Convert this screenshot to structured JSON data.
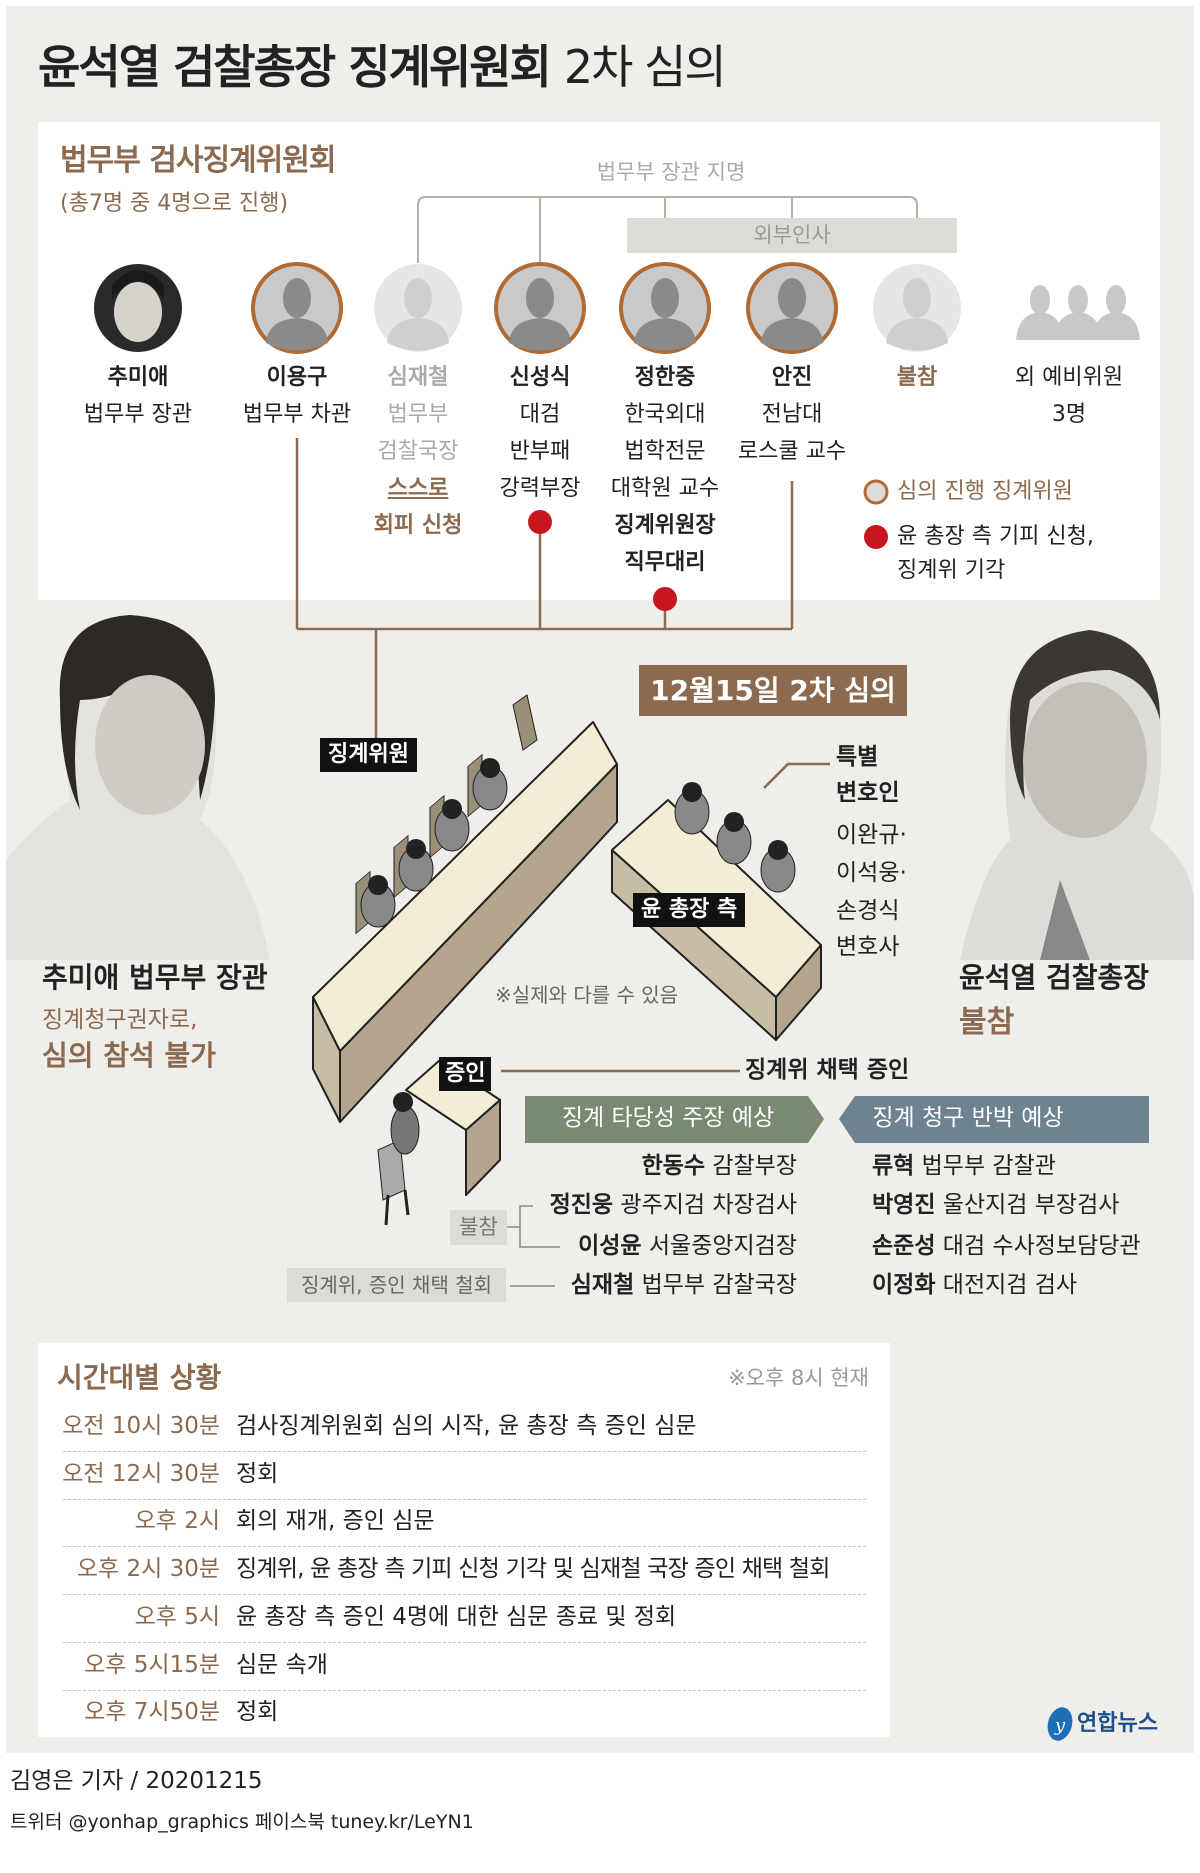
{
  "title": {
    "bold": "윤석열 검찰총장 징계위원회",
    "light": "2차 심의"
  },
  "committee": {
    "heading": "법무부 검사징계위원회",
    "subheading": "(총7명 중 4명으로 진행)",
    "appointed_label": "법무부 장관 지명",
    "outsider_label": "외부인사",
    "members": [
      {
        "name": "추미애",
        "lines": [
          "법무부 장관"
        ]
      },
      {
        "name": "이용구",
        "lines": [
          "법무부 차관"
        ]
      },
      {
        "name": "심재철",
        "lines": [
          "법무부",
          "검찰국장"
        ],
        "note": [
          "스스로",
          "회피 신청"
        ]
      },
      {
        "name": "신성식",
        "lines": [
          "대검",
          "반부패",
          "강력부장"
        ]
      },
      {
        "name": "정한중",
        "lines": [
          "한국외대",
          "법학전문",
          "대학원 교수"
        ],
        "note": [
          "징계위원장",
          "직무대리"
        ]
      },
      {
        "name": "안진",
        "lines": [
          "전남대",
          "로스쿨 교수"
        ]
      },
      {
        "name": "불참",
        "lines": []
      },
      {
        "name": "외 예비위원",
        "lines": [
          "3명"
        ]
      }
    ],
    "legend": [
      {
        "label": "심의 진행 징계위원",
        "symbol": "ring"
      },
      {
        "label": "윤 총장 측 기피 신청,",
        "label2": "징계위 기각",
        "symbol": "red-dot"
      }
    ]
  },
  "scene": {
    "date_label": "12월15일 2차 심의",
    "committee_label": "징계위원",
    "yoon_side_label": "윤 총장 측",
    "lawyers": {
      "title1": "특별",
      "title2": "변호인",
      "names": [
        "이완규·",
        "이석웅·",
        "손경식",
        "변호사"
      ]
    },
    "disclaimer": "※실제와 다를 수 있음",
    "witness_label": "증인",
    "adopted_witness_label": "징계위 채택 증인"
  },
  "choo": {
    "name": "추미애 법무부 장관",
    "note1": "징계청구권자로,",
    "note2": "심의 참석 불가"
  },
  "yoon": {
    "name": "윤석열 검찰총장",
    "note": "불참"
  },
  "witnesses": {
    "left_header": "징계 타당성 주장 예상",
    "right_header": "징계 청구 반박 예상",
    "left": [
      {
        "name": "한동수",
        "title": "감찰부장"
      },
      {
        "name": "정진웅",
        "title": "광주지검 차장검사"
      },
      {
        "name": "이성윤",
        "title": "서울중앙지검장"
      },
      {
        "name": "심재철",
        "title": "법무부 감찰국장"
      }
    ],
    "right": [
      {
        "name": "류혁",
        "title": "법무부 감찰관"
      },
      {
        "name": "박영진",
        "title": "울산지검 부장검사"
      },
      {
        "name": "손준성",
        "title": "대검 수사정보담당관"
      },
      {
        "name": "이정화",
        "title": "대전지검 검사"
      }
    ],
    "absent_label": "불참",
    "withdrawn_label": "징계위, 증인 채택 철회"
  },
  "timeline": {
    "title": "시간대별 상황",
    "as_of": "※오후 8시 현재",
    "rows": [
      {
        "time": "오전 10시 30분",
        "desc": "검사징계위원회 심의 시작, 윤 총장 측 증인 심문"
      },
      {
        "time": "오전 12시 30분",
        "desc": "정회"
      },
      {
        "time": "오후 2시",
        "desc": "회의 재개, 증인 심문"
      },
      {
        "time": "오후 2시 30분",
        "desc": "징계위, 윤 총장 측 기피 신청 기각 및 심재철 국장 증인 채택 철회"
      },
      {
        "time": "오후 5시",
        "desc": "윤 총장 측 증인 4명에 대한 심문 종료 및 정회"
      },
      {
        "time": "오후 5시15분",
        "desc": "심문 속개"
      },
      {
        "time": "오후 7시50분",
        "desc": "정회"
      }
    ]
  },
  "logo": "연합뉴스",
  "credit": {
    "byline": "김영은 기자 / 20201215",
    "social": "트위터 @yonhap_graphics  페이스북 tuney.kr/LeYN1"
  },
  "colors": {
    "brown": "#8b6a4f",
    "red": "#c8161e",
    "green": "#7a8a72",
    "slate": "#6e8290",
    "background": "#efeeeb"
  }
}
